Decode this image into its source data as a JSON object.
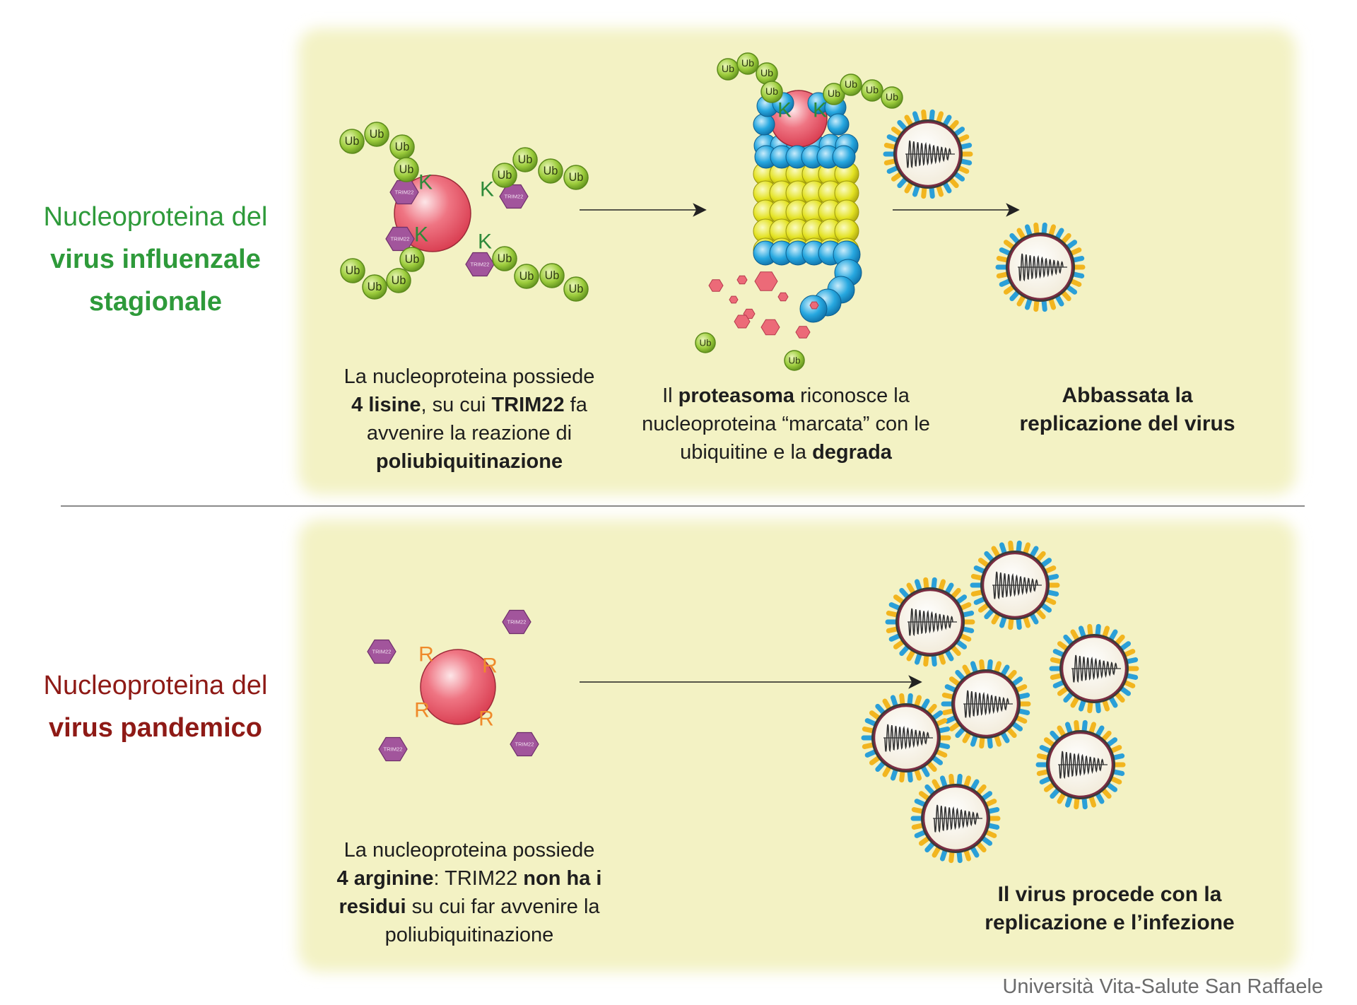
{
  "row1": {
    "title_line1": "Nucleoproteina del",
    "title_line2": "virus influenzale",
    "title_line3": "stagionale",
    "step1": {
      "t1": "La nucleoproteina possiede",
      "b1": "4 lisine",
      "t2": ", su cui ",
      "b2": "TRIM22",
      "t3": " fa",
      "t4": "avvenire la reazione di",
      "b3": "poliubiquitinazione"
    },
    "step2": {
      "t1": "Il ",
      "b1": "proteasoma",
      "t2": " riconosce la",
      "t3": "nucleoproteina “marcata” con le",
      "t4": "ubiquitine e la ",
      "b2": "degrada"
    },
    "step3": {
      "l1": "Abbassata la",
      "l2": "replicazione del virus"
    }
  },
  "row2": {
    "title_line1": "Nucleoproteina del",
    "title_line2": "virus pandemico",
    "step1": {
      "t1": "La nucleoproteina possiede",
      "b1": "4 arginine",
      "t2": ": TRIM22 ",
      "b2": "non ha i",
      "b3": "residui",
      "t3": " su cui far avvenire la",
      "t4": "poliubiquitinazione"
    },
    "step3": {
      "l1": "Il virus procede con la",
      "l2": "replicazione e l’infezione"
    }
  },
  "labels": {
    "ub": "Ub",
    "trim": "TRIM22",
    "lysine": "K",
    "arginine": "R"
  },
  "credit": "Università Vita-Salute San Raffaele",
  "colors": {
    "panel": "#f3f2c4",
    "protein": "#ec6a78",
    "ubiquitin": "#9ccc3c",
    "trim22": "#a2559c",
    "proteasome_cap": "#27a8e0",
    "proteasome_core": "#e3e221",
    "lysine": "#2f8a3a",
    "arginine": "#ef8a2b",
    "title_green": "#2e9a3a",
    "title_red": "#8e1a16"
  }
}
